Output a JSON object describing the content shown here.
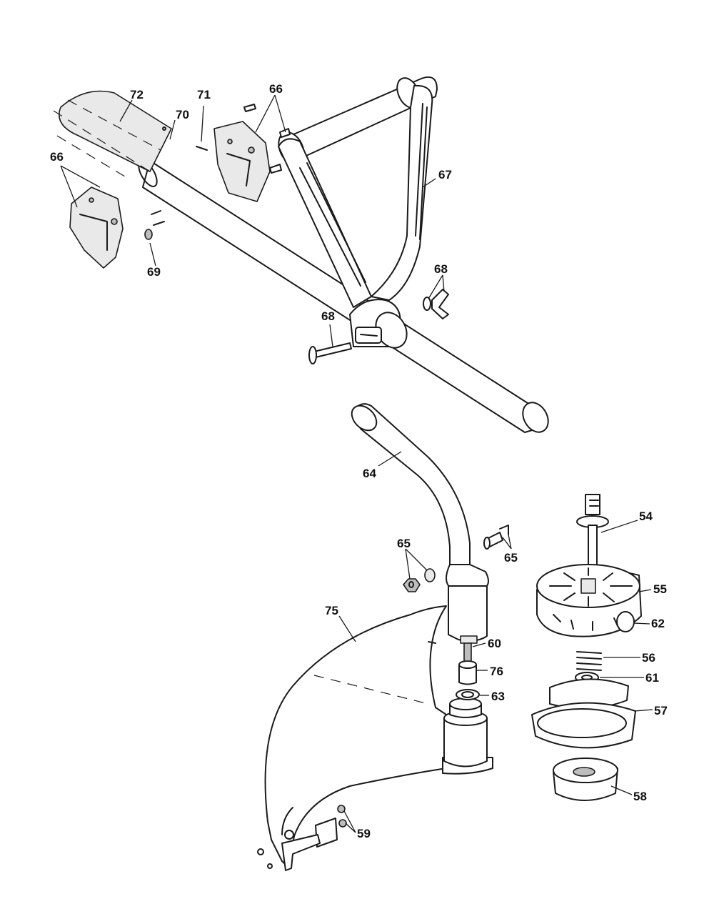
{
  "callouts": {
    "p54": "54",
    "p55": "55",
    "p56": "56",
    "p57": "57",
    "p58": "58",
    "p59": "59",
    "p60": "60",
    "p61": "61",
    "p62": "62",
    "p63": "63",
    "p64": "64",
    "p65a": "65",
    "p65b": "65",
    "p66a": "66",
    "p66b": "66",
    "p67": "67",
    "p68a": "68",
    "p68b": "68",
    "p69": "69",
    "p70": "70",
    "p71": "71",
    "p72": "72",
    "p75": "75",
    "p76": "76"
  }
}
